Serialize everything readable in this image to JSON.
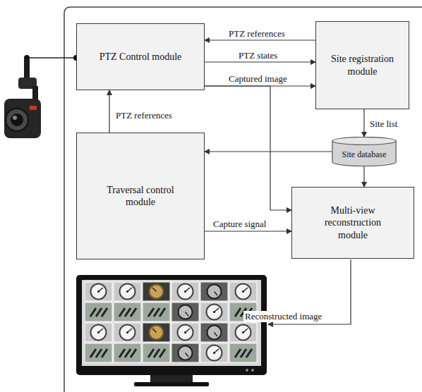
{
  "diagram": {
    "nodes": [
      {
        "text": [
          "PTZ Control module"
        ]
      },
      {
        "text": [
          "Site registration module"
        ]
      },
      {
        "text": [
          "Site database"
        ]
      },
      {
        "text": [
          "Traversal control module"
        ]
      },
      {
        "text": [
          "Multi-view reconstruction module"
        ]
      }
    ],
    "edges": [
      {
        "from": 1,
        "to": 0,
        "arrow": "to",
        "label": "PTZ references"
      },
      {
        "from": 0,
        "to": 1,
        "arrow": "to",
        "label": "PTZ states"
      },
      {
        "from": 0,
        "to": 1,
        "arrow": "to",
        "label": "Captured image"
      },
      {
        "from": 0,
        "to": 4,
        "arrow": "to"
      },
      {
        "from": 1,
        "to": 2,
        "arrow": "to",
        "label": "Site list"
      },
      {
        "from": 2,
        "to": 3,
        "arrow": "to"
      },
      {
        "from": 2,
        "to": 4,
        "arrow": "to"
      },
      {
        "from": 3,
        "to": 0,
        "arrow": "to",
        "label": "PTZ references"
      },
      {
        "from": 3,
        "to": 4,
        "arrow": "to",
        "label": "Capture signal"
      }
    ],
    "labels": [
      "Reconstructed image"
    ]
  }
}
